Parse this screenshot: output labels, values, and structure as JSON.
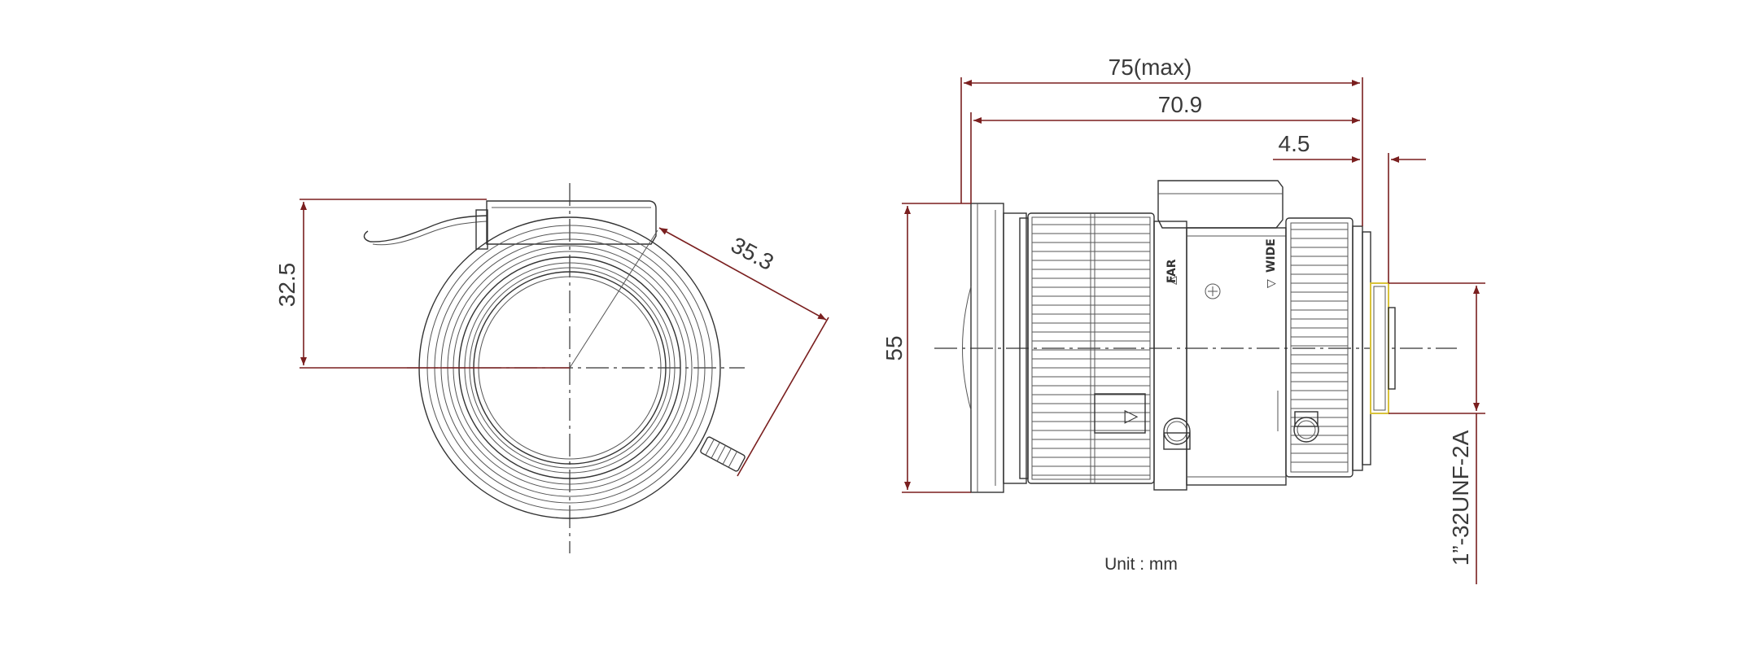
{
  "dimensions": {
    "front_height": "32.5",
    "front_diagonal": "35.3",
    "overall_length_max": "75(max)",
    "body_length": "70.9",
    "flange_offset": "4.5",
    "outer_diameter": "55",
    "mount_thread": "1”-32UNF-2A"
  },
  "ring_labels": {
    "focus": "FAR",
    "zoom": "WIDE",
    "marker": "▷"
  },
  "unit_note": "Unit : mm",
  "colors": {
    "dimension_line": "#7a1f1f",
    "outline": "#333333",
    "mount_highlight": "#d8c23a"
  }
}
